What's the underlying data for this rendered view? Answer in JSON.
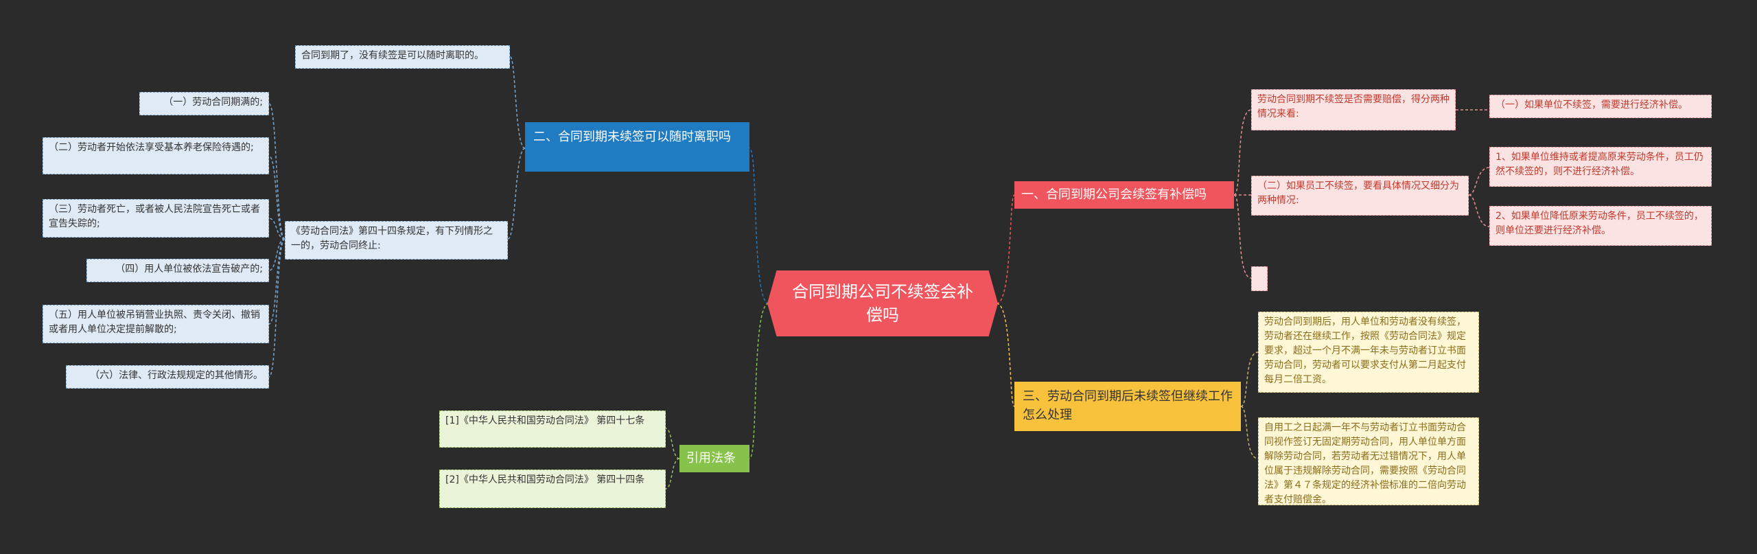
{
  "center": {
    "title": "合同到期公司不续签会补偿吗"
  },
  "branches": {
    "b1": "一、合同到期公司会续签有补偿吗",
    "b2": "二、合同到期未续签可以随时离职吗",
    "b3": "三、劳动合同到期后未续签但继续工作怎么处理",
    "b4": "引用法条"
  },
  "b1": {
    "intro": "劳动合同到期不续签是否需要赔偿，得分两种情况来看:",
    "case1": "（一）如果单位不续签，需要进行经济补偿。",
    "case2": "（二）如果员工不续签，要看具体情况又细分为两种情况:",
    "case2_1": "1、如果单位维持或者提高原来劳动条件，员工仍然不续签的，则不进行经济补偿。",
    "case2_2": "2、如果单位降低原来劳动条件，员工不续签的，则单位还要进行经济补偿。",
    "empty": ""
  },
  "b2": {
    "leaf1": "合同到期了，没有续签是可以随时离职的。",
    "leaf2": "《劳动合同法》第四十四条规定，有下列情形之一的，劳动合同终止:",
    "items": [
      "（一）劳动合同期满的;",
      "（二）劳动者开始依法享受基本养老保险待遇的;",
      "（三）劳动者死亡，或者被人民法院宣告死亡或者宣告失踪的;",
      "（四）用人单位被依法宣告破产的;",
      "（五）用人单位被吊销营业执照、责令关闭、撤销或者用人单位决定提前解散的;",
      "（六）法律、行政法规规定的其他情形。"
    ]
  },
  "b3": {
    "leaf1": "劳动合同到期后，用人单位和劳动者没有续签，劳动者还在继续工作，按照《劳动合同法》规定要求，超过一个月不满一年未与劳动者订立书面劳动合同，劳动者可以要求支付从第二月起支付每月二倍工资。",
    "leaf2": "自用工之日起满一年不与劳动者订立书面劳动合同视作签订无固定期劳动合同，用人单位单方面解除劳动合同，若劳动者无过错情况下，用人单位属于违规解除劳动合同，需要按照《劳动合同法》第４７条规定的经济补偿标准的二倍向劳动者支付赔偿金。"
  },
  "b4": {
    "ref1": "[1]《中华人民共和国劳动合同法》 第四十七条",
    "ref2": "[2]《中华人民共和国劳动合同法》 第四十四条"
  },
  "colors": {
    "background": "#2b2b2b",
    "blue": "#1f7cc2",
    "red": "#f0545c",
    "yellow": "#f8c23c",
    "green": "#87c24a"
  }
}
